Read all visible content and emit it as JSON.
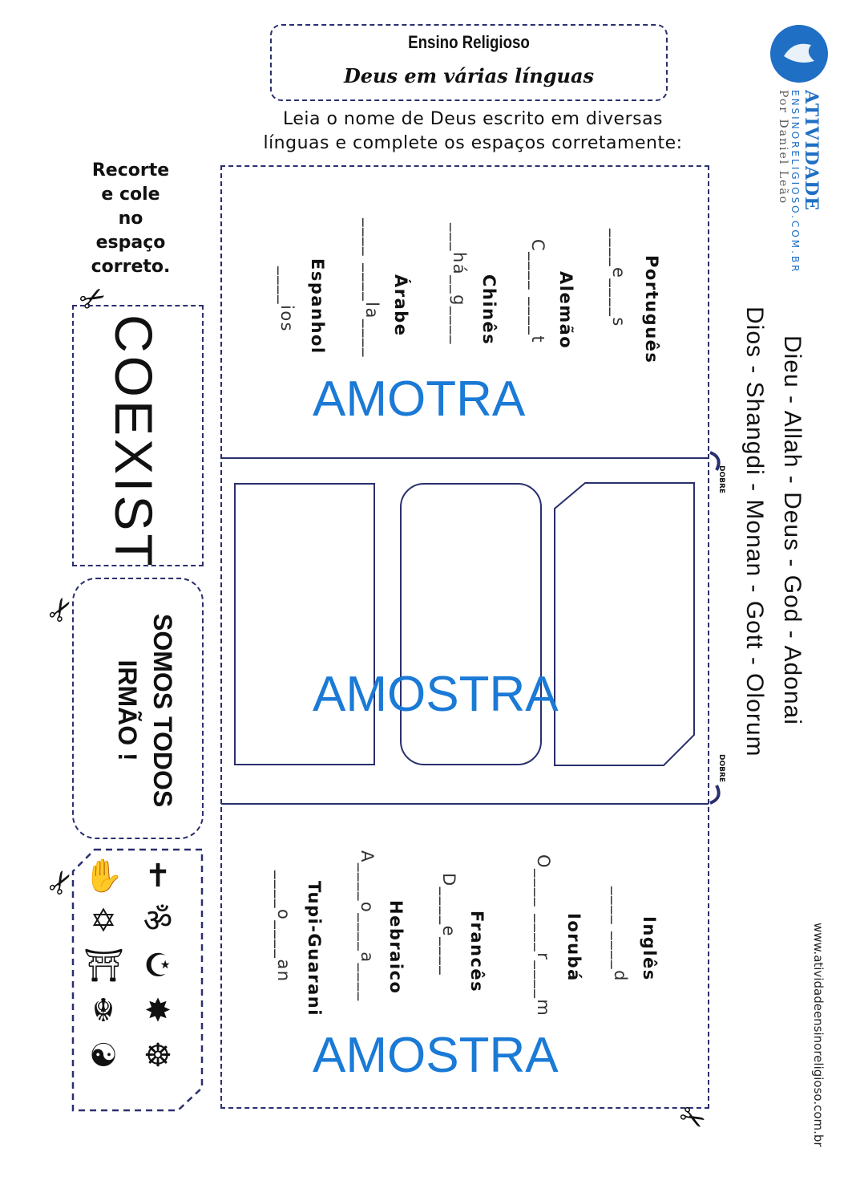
{
  "header": {
    "subject": "Ensino Religioso",
    "title": "Deus em várias línguas"
  },
  "instructions": {
    "line1": "Leia o nome de Deus escrito em diversas",
    "line2": "línguas e complete os espaços corretamente:"
  },
  "left_column": {
    "recorte_line1": "Recorte",
    "recorte_line2": "e cole",
    "recorte_line3": "no",
    "recorte_line4": "espaço",
    "recorte_line5": "correto.",
    "coexist_word": "COEXIST",
    "slogan_line1": "SOMOS TODOS",
    "slogan_line2": "IRMÃO !",
    "symbols_left": [
      "✋",
      "✡",
      "⛩",
      "☬",
      "☯"
    ],
    "symbols_right": [
      "✝",
      "ॐ",
      "☪",
      "✸",
      "☸"
    ]
  },
  "top_section": {
    "items": [
      {
        "language": "Português",
        "blank": "____e____s"
      },
      {
        "language": "Alemão",
        "blank": "C____ ____t"
      },
      {
        "language": "Chinês",
        "blank": "___há__g____"
      },
      {
        "language": "Árabe",
        "blank": "____ ____la____"
      },
      {
        "language": "Espanhol",
        "blank": "____ios"
      }
    ],
    "watermark": "AMOTRA"
  },
  "middle_section": {
    "fold_label": "DOBRE",
    "watermark": "AMOSTRA"
  },
  "bottom_section": {
    "items": [
      {
        "language": "Inglês",
        "blank": "____ ____d"
      },
      {
        "language": "Iorubá",
        "blank": "O____ ____r____m"
      },
      {
        "language": "Francês",
        "blank": "D____e____"
      },
      {
        "language": "Hebraico",
        "blank": "A____o____a____"
      },
      {
        "language": "Tupi-Guarani",
        "blank": "____o____an"
      }
    ],
    "watermark": "AMOSTRA"
  },
  "word_bank": {
    "row1": "Dieu   -   Allah   -   Deus   -   God   -   Adonai",
    "row2": "Dios   -   Shangdi   -   Monan   -   Gott   -   Olorum"
  },
  "brand": {
    "name": "ATIVIDADE",
    "site": "ENSINORELIGIOSO.COM.BR",
    "author": "Por Daniel Leão",
    "url": "www.atividadeensinoreligioso.com.br"
  },
  "colors": {
    "frame": "#2a2f6e",
    "watermark": "#1a7ad6",
    "brand_blue": "#1f6fc4"
  }
}
